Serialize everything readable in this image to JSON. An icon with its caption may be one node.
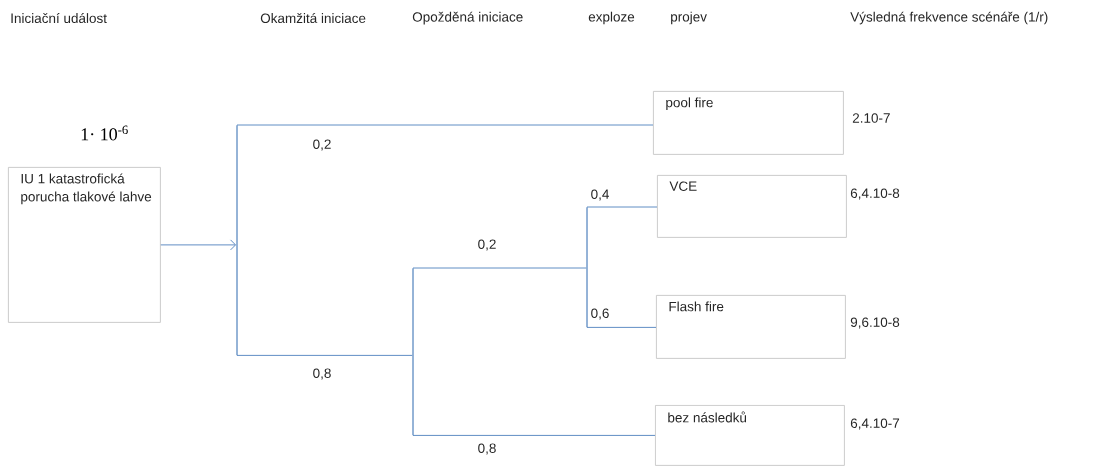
{
  "diagram": {
    "nodes": [
      {
        "text": [
          "IU 1 katastrofická porucha tlakové lahve"
        ],
        "beside": [
          "1· 10$^{-6}$"
        ]
      },
      {
        "text": [
          "pool fire"
        ],
        "beside": [
          "2.10-7"
        ]
      },
      {
        "text": [
          "VCE"
        ],
        "beside": [
          "6,4.10-8"
        ]
      },
      {
        "text": [
          "Flash fire"
        ],
        "beside": [
          "9,6.10-8"
        ]
      },
      {
        "text": [
          "bez následků"
        ],
        "beside": [
          "6,4.10-7"
        ]
      },
      {
        "text": [],
        "shape": "bar"
      },
      {
        "text": [],
        "shape": "bar"
      },
      {
        "text": [],
        "shape": "bar"
      }
    ],
    "edges": [
      {
        "from": 0,
        "to": 5,
        "arrow": "to"
      },
      {
        "from": 5,
        "to": 1,
        "arrow": "none",
        "label": "0,2"
      },
      {
        "from": 5,
        "to": 6,
        "arrow": "none",
        "label": "0,8"
      },
      {
        "from": 6,
        "to": 7,
        "arrow": "none",
        "label": "0,2"
      },
      {
        "from": 6,
        "to": 4,
        "arrow": "none",
        "label": "0,8"
      },
      {
        "from": 7,
        "to": 2,
        "arrow": "none",
        "label": "0,4"
      },
      {
        "from": 7,
        "to": 3,
        "arrow": "none",
        "label": "0,6"
      }
    ],
    "labels": [
      "Iniciační událost",
      "Okamžitá iniciace",
      "Opožděná iniciace",
      "exploze",
      "projev",
      "Výsledná frekvence scénáře (1/r)"
    ]
  }
}
